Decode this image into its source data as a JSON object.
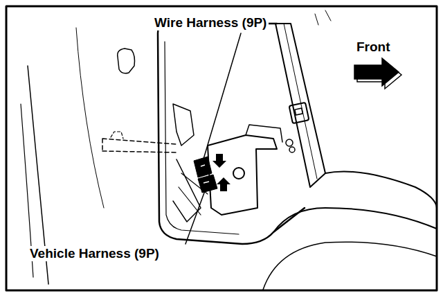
{
  "diagram": {
    "labels": [
      "Wire Harness (9P)",
      "Vehicle Harness (9P)",
      "Front"
    ]
  }
}
